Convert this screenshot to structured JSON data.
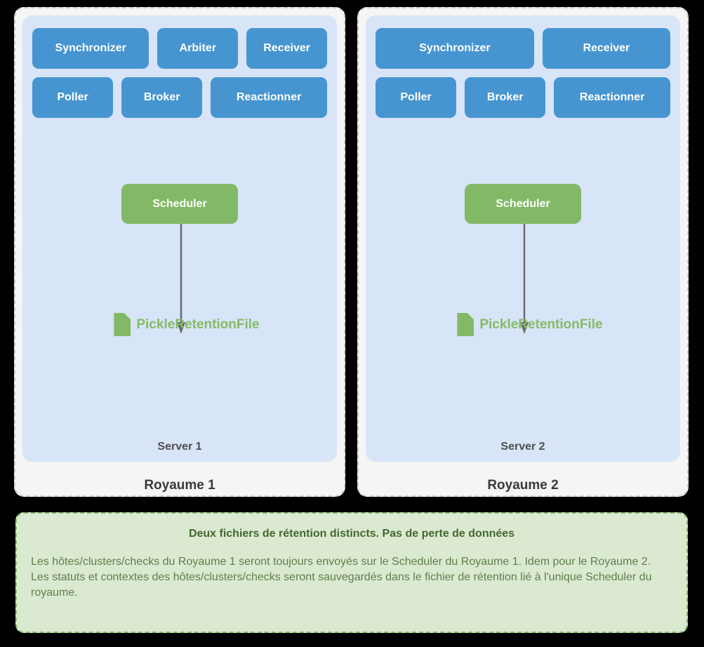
{
  "colors": {
    "node-blue": "#4695d1",
    "server-bg": "#d8e4f7",
    "panel-bg": "#f5f5f5",
    "panel-border": "#c9c9c9",
    "scheduler-green": "#82b966",
    "file-text-green": "#85bb65",
    "arrow": "#6b6b6b",
    "note-bg": "#dbe9d1",
    "note-border": "#8ab86d",
    "note-title": "#44682f",
    "note-text": "#5e7f4a",
    "server-label": "#4f4f4f",
    "realm-label": "#3a3a3a"
  },
  "realms": [
    {
      "label": "Royaume 1",
      "server_label": "Server 1",
      "rows": [
        [
          "Synchronizer",
          "Arbiter",
          "Receiver"
        ],
        [
          "Poller",
          "Broker",
          "Reactionner"
        ]
      ],
      "scheduler_label": "Scheduler",
      "file_label": "PickleRetentionFile"
    },
    {
      "label": "Royaume 2",
      "server_label": "Server 2",
      "rows": [
        [
          "Synchronizer",
          "Receiver"
        ],
        [
          "Poller",
          "Broker",
          "Reactionner"
        ]
      ],
      "scheduler_label": "Scheduler",
      "file_label": "PickleRetentionFile"
    }
  ],
  "note": {
    "title": "Deux fichiers de rétention distincts. Pas de perte de données",
    "paragraphs": [
      "Les hôtes/clusters/checks du Royaume 1 seront toujours envoyés sur le Scheduler du Royaume 1. Idem pour le Royaume 2.",
      "Les statuts et contextes des hôtes/clusters/checks seront sauvegardés dans le fichier de rétention lié à l'unique Scheduler du royaume."
    ]
  }
}
